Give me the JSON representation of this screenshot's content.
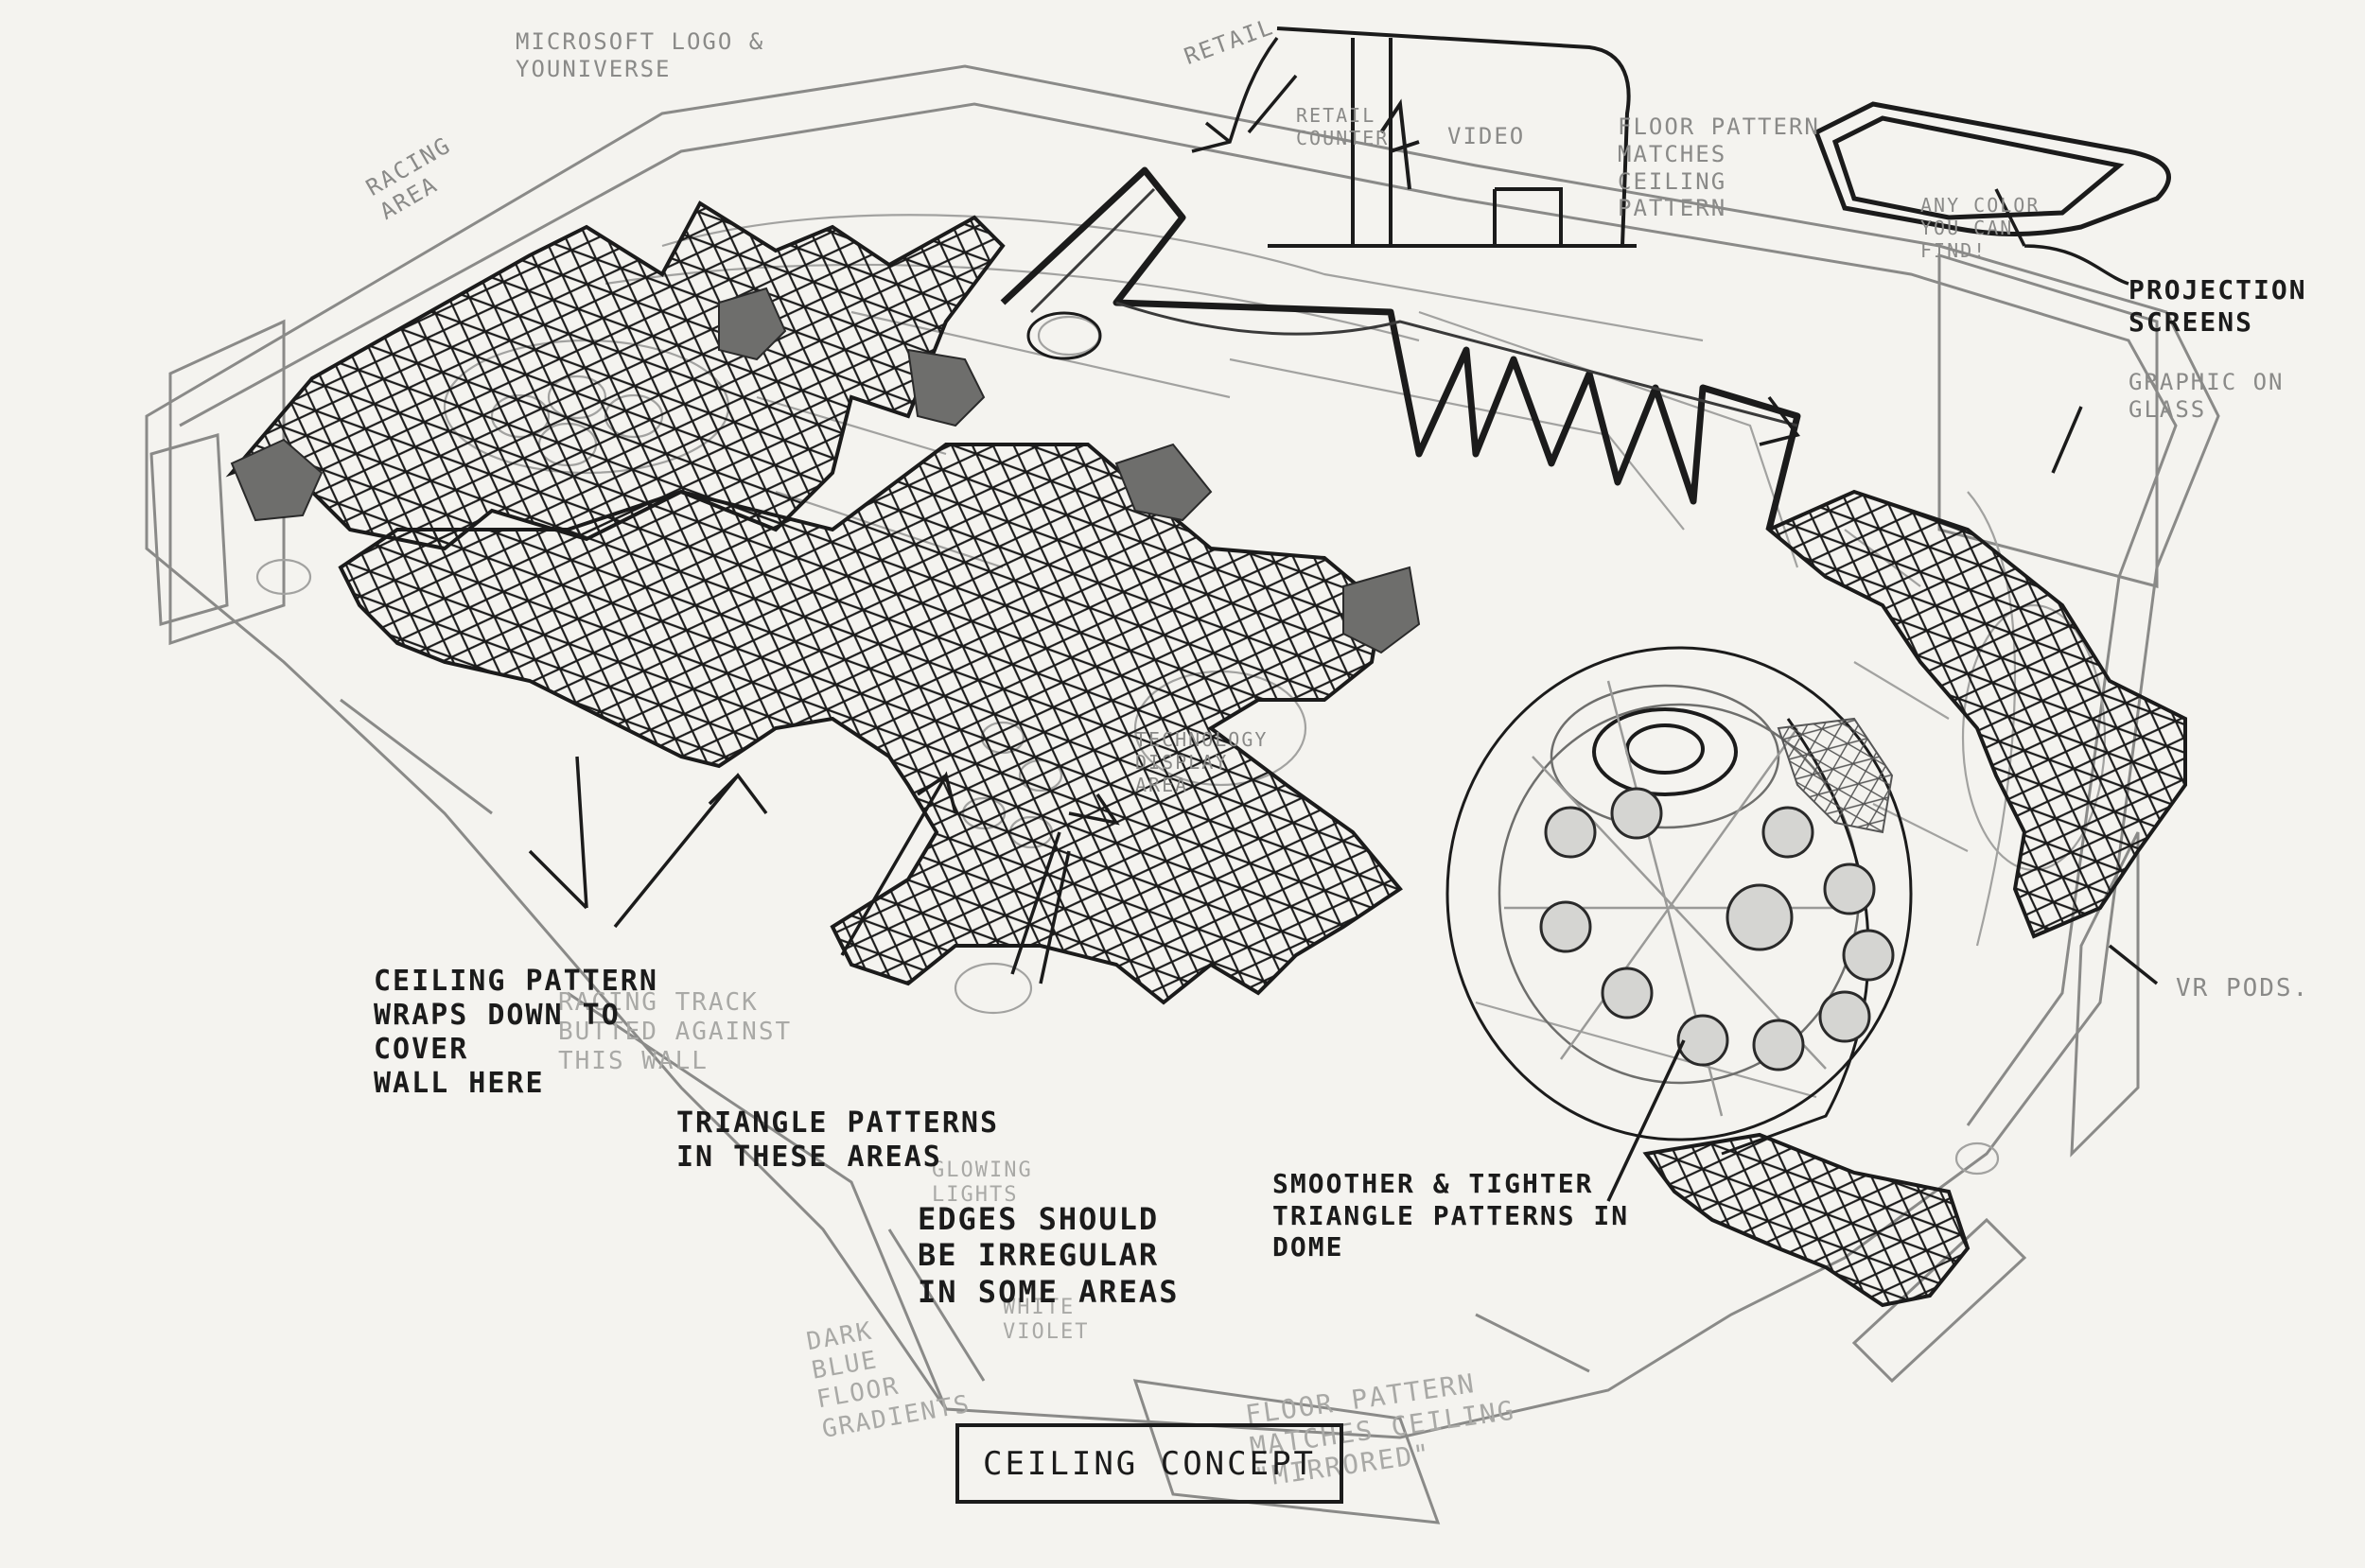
{
  "title": "CEILING CONCEPT",
  "annotations": {
    "microsoft_logo": "MICROSOFT LOGO &\nYOUNIVERSE",
    "racing_area": "RACING\nAREA",
    "retail": "RETAIL",
    "retail_counter": "RETAIL\nCOUNTER",
    "video": "VIDEO",
    "floor_pattern_matches": "FLOOR PATTERN\nMATCHES\nCEILING\nPATTERN",
    "any_color": "ANY COLOR\nYOU CAN\nFIND!",
    "projection_screens": "PROJECTION\nSCREENS",
    "graphic_on_glass": "GRAPHIC ON\nGLASS",
    "technology_display": "TECHNOLOGY\nDISPLAY\nAREA",
    "ceiling_wraps": "CEILING PATTERN\nWRAPS DOWN TO\nCOVER\nWALL HERE",
    "racing_track": "RACING TRACK\nBUTTED AGAINST\nTHIS WALL",
    "triangle_patterns": "TRIANGLE PATTERNS\nIN THESE AREAS",
    "glowing": "GLOWING\nLIGHTS",
    "edges_irregular": "EDGES SHOULD\nBE IRREGULAR\nIN SOME AREAS",
    "violet": "WHITE\nVIOLET",
    "dark_blue_floor": "DARK\nBLUE\nFLOOR\nGRADIENTS",
    "smoother_tighter": "SMOOTHER & TIGHTER\nTRIANGLE PATTERNS IN\nDOME",
    "floor_pattern_mirrored": "FLOOR PATTERN\nMATCHES CEILING\n\"MIRRORED\"",
    "vr_pods": "VR PODS."
  },
  "colors": {
    "paper": "#f4f3ef",
    "ink": "#1b1b1b",
    "pencil": "#8a8a88",
    "shade": "#6e6e6c"
  }
}
